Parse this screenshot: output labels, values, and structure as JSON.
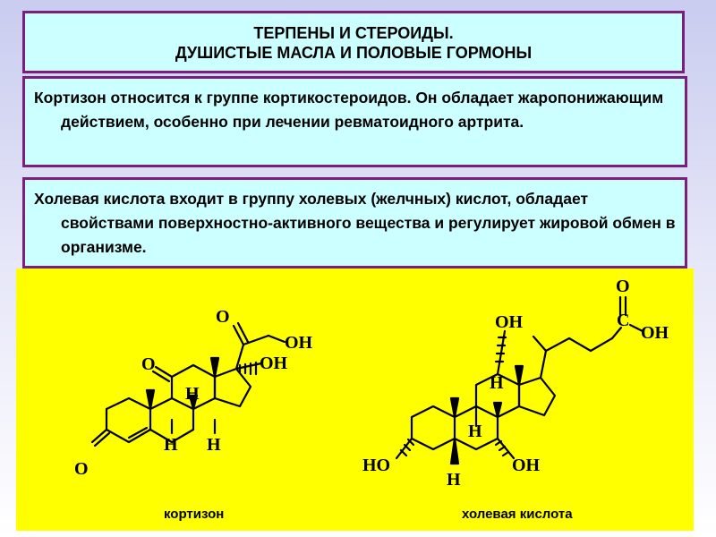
{
  "title": {
    "line1": "ТЕРПЕНЫ И СТЕРОИДЫ.",
    "line2": "ДУШИСТЫЕ МАСЛА И ПОЛОВЫЕ ГОРМОНЫ"
  },
  "cortisone_text": "Кортизон относится к группе кортикостероидов. Он обладает жаропонижающим действием, особенно при лечении ревматоидного артрита.",
  "cholic_text": "Холевая кислота входит в группу холевых (желчных) кислот, обладает  свойствами поверхностно-активного вещества и регулирует жировой обмен в организме.",
  "cortisone_structure": {
    "caption": "кортизон",
    "labels": {
      "oxo_top": "O",
      "oh_side": "OH",
      "oh17": "OH",
      "oxo11": "O",
      "oxo3": "O",
      "h8": "H",
      "h9": "H",
      "h14": "H"
    }
  },
  "cholic_structure": {
    "caption": "холевая кислота",
    "labels": {
      "oh12": "OH",
      "carbonyl_o": "O",
      "carbon": "C",
      "acid_oh": "OH",
      "h8": "H",
      "h9": "H",
      "h5": "H",
      "ho3": "HO",
      "oh7": "OH"
    }
  },
  "colors": {
    "box_border": "#7b1f7e",
    "box_fill": "#ccffff",
    "panel": "#ffff00"
  }
}
